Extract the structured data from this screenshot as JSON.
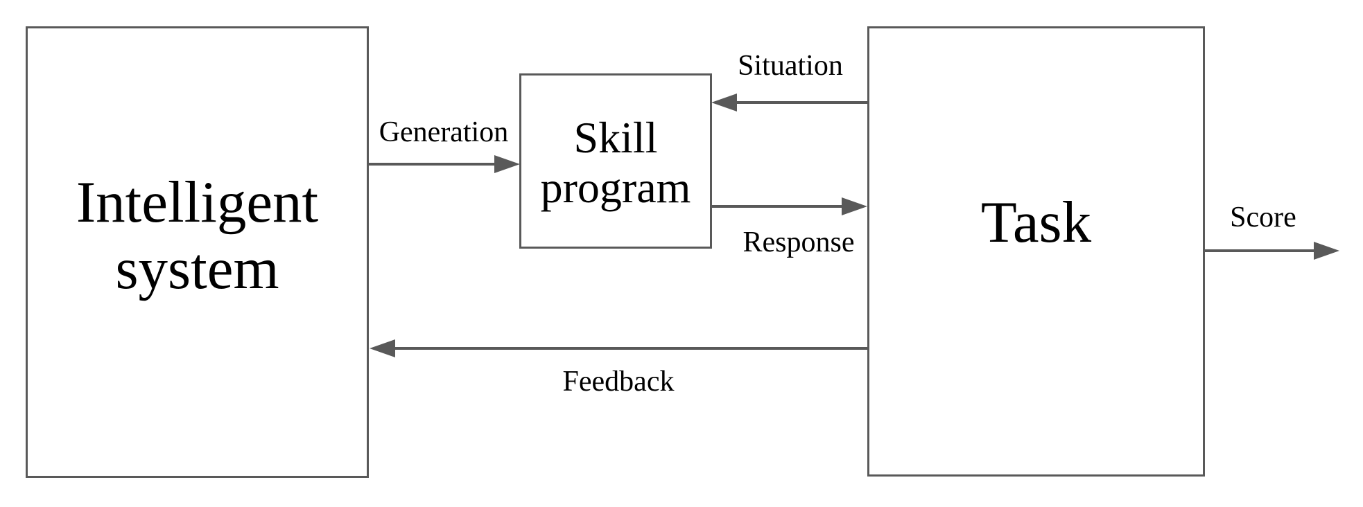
{
  "diagram": {
    "nodes": {
      "intelligent_system": {
        "label": "Intelligent system"
      },
      "skill_program": {
        "label": "Skill program"
      },
      "task": {
        "label": "Task"
      }
    },
    "edges": {
      "generation": {
        "label": "Generation",
        "from": "intelligent_system",
        "to": "skill_program"
      },
      "situation": {
        "label": "Situation",
        "from": "task",
        "to": "skill_program"
      },
      "response": {
        "label": "Response",
        "from": "skill_program",
        "to": "task"
      },
      "feedback": {
        "label": "Feedback",
        "from": "task",
        "to": "intelligent_system"
      },
      "score": {
        "label": "Score",
        "from": "task",
        "to": "output"
      }
    },
    "colors": {
      "stroke": "#595959",
      "text": "#000000",
      "background": "#ffffff"
    }
  }
}
